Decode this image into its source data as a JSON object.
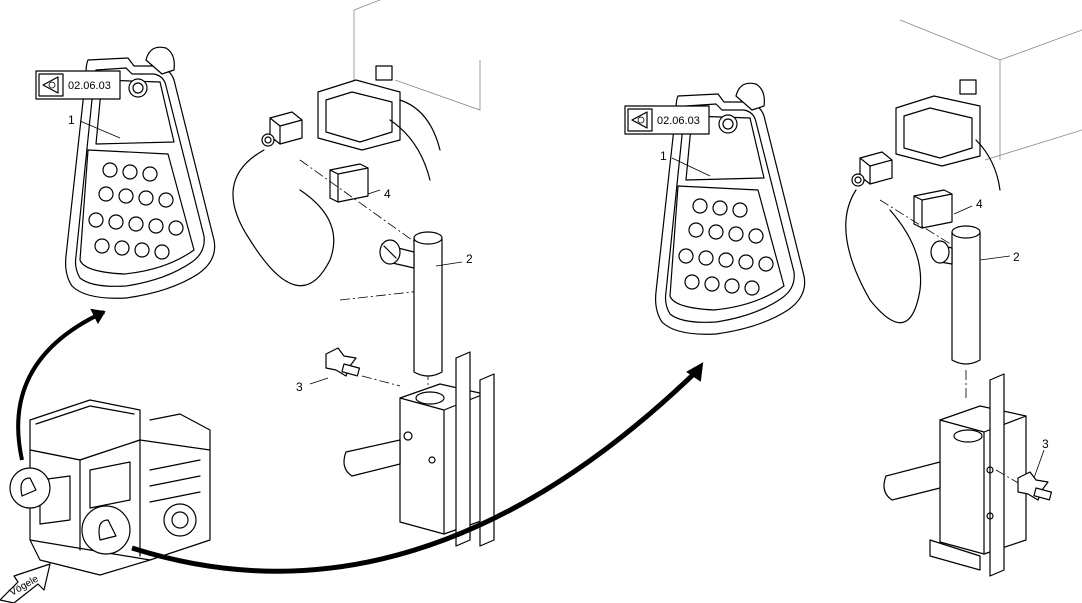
{
  "reference_code": "02.06.03",
  "brand": "Vögele",
  "labels": {
    "part_1": "1",
    "part_2": "2",
    "part_3": "3",
    "part_4": "4"
  },
  "icons": {
    "reference": "eye-icon",
    "direction": "arrow-icon"
  }
}
